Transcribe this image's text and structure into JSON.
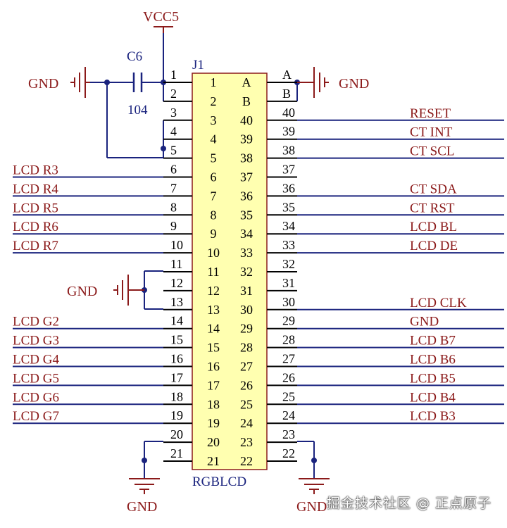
{
  "colors": {
    "wire": "#1a237e",
    "net": "#8b1a1a",
    "pin": "#000000",
    "body_fill": "#ffffb0",
    "body_stroke": "#8b1a1a",
    "cap": "#1a237e",
    "junction": "#1a237e"
  },
  "connector": {
    "ref": "J1",
    "name": "RGBLCD",
    "left_inner": [
      "1",
      "2",
      "3",
      "4",
      "5",
      "6",
      "7",
      "8",
      "9",
      "10",
      "11",
      "12",
      "13",
      "14",
      "15",
      "16",
      "17",
      "18",
      "19",
      "20",
      "21"
    ],
    "right_inner": [
      "A",
      "B",
      "40",
      "39",
      "38",
      "37",
      "36",
      "35",
      "34",
      "33",
      "32",
      "31",
      "30",
      "29",
      "28",
      "27",
      "26",
      "25",
      "24",
      "23",
      "22"
    ]
  },
  "left_pins": [
    {
      "num": "1",
      "net": ""
    },
    {
      "num": "2",
      "net": ""
    },
    {
      "num": "3",
      "net": ""
    },
    {
      "num": "4",
      "net": ""
    },
    {
      "num": "5",
      "net": ""
    },
    {
      "num": "6",
      "net": "LCD_R3"
    },
    {
      "num": "7",
      "net": "LCD_R4"
    },
    {
      "num": "8",
      "net": "LCD_R5"
    },
    {
      "num": "9",
      "net": "LCD_R6"
    },
    {
      "num": "10",
      "net": "LCD_R7"
    },
    {
      "num": "11",
      "net": ""
    },
    {
      "num": "12",
      "net": ""
    },
    {
      "num": "13",
      "net": ""
    },
    {
      "num": "14",
      "net": "LCD_G2"
    },
    {
      "num": "15",
      "net": "LCD_G3"
    },
    {
      "num": "16",
      "net": "LCD_G4"
    },
    {
      "num": "17",
      "net": "LCD_G5"
    },
    {
      "num": "18",
      "net": "LCD_G6"
    },
    {
      "num": "19",
      "net": "LCD_G7"
    },
    {
      "num": "20",
      "net": ""
    },
    {
      "num": "21",
      "net": ""
    }
  ],
  "right_pins": [
    {
      "num": "A",
      "net": ""
    },
    {
      "num": "B",
      "net": ""
    },
    {
      "num": "40",
      "net": "RESET"
    },
    {
      "num": "39",
      "net": "CT_INT"
    },
    {
      "num": "38",
      "net": "CT_SCL"
    },
    {
      "num": "37",
      "net": ""
    },
    {
      "num": "36",
      "net": "CT_SDA"
    },
    {
      "num": "35",
      "net": "CT_RST"
    },
    {
      "num": "34",
      "net": "LCD_BL"
    },
    {
      "num": "33",
      "net": "LCD_DE"
    },
    {
      "num": "32",
      "net": ""
    },
    {
      "num": "31",
      "net": ""
    },
    {
      "num": "30",
      "net": "LCD_CLK"
    },
    {
      "num": "29",
      "net": "GND"
    },
    {
      "num": "28",
      "net": "LCD_B7"
    },
    {
      "num": "27",
      "net": "LCD_B6"
    },
    {
      "num": "26",
      "net": "LCD_B5"
    },
    {
      "num": "25",
      "net": "LCD_B4"
    },
    {
      "num": "24",
      "net": "LCD_B3"
    },
    {
      "num": "23",
      "net": ""
    },
    {
      "num": "22",
      "net": ""
    }
  ],
  "power": {
    "vcc": "VCC5",
    "gnd": "GND"
  },
  "capacitor": {
    "ref": "C6",
    "value": "104"
  },
  "watermark": "掘金技术社区 @ 正点原子"
}
